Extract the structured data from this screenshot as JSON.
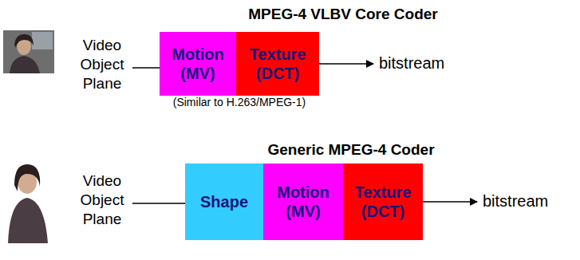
{
  "diagram": {
    "nodes": [
      {
        "text": [
          "Motion (MV)"
        ]
      },
      {
        "text": [
          "Texture (DCT)"
        ]
      },
      {
        "text": [
          "Shape"
        ]
      },
      {
        "text": [
          "Motion (MV)"
        ]
      },
      {
        "text": [
          "Texture (DCT)"
        ]
      }
    ],
    "labels": [
      "MPEG-4 VLBV Core Coder",
      "Video Object Plane",
      "(Similar to H.263/MPEG-1)",
      "bitstream",
      "Generic MPEG-4 Coder",
      "Video Object Plane",
      "bitstream"
    ]
  }
}
